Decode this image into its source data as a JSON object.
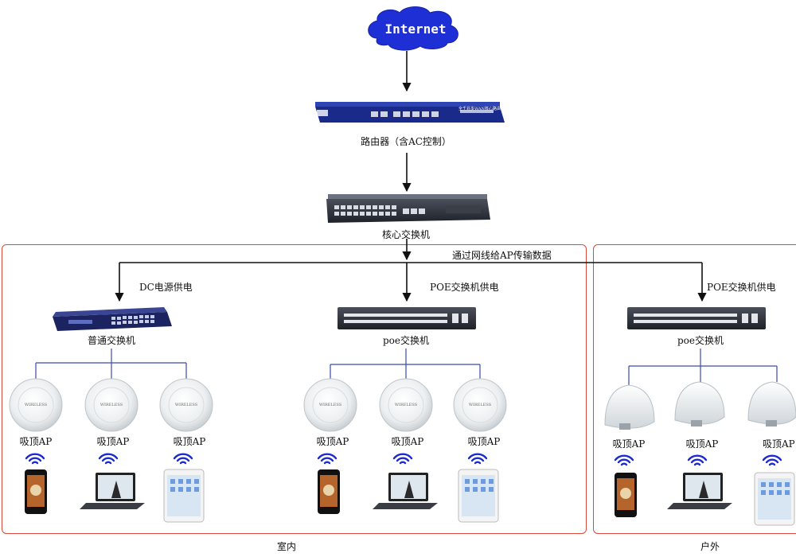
{
  "internet": {
    "label": "Internet"
  },
  "router": {
    "label": "路由器（含AC控制）",
    "device_text": "全千兆多WAN核心路由器"
  },
  "core_switch": {
    "label": "核心交换机"
  },
  "trunk_note": "通过网线给AP传输数据",
  "branches": {
    "normal": {
      "power_label": "DC电源供电",
      "switch_label": "普通交换机"
    },
    "poe_indoor": {
      "power_label": "POE交换机供电",
      "switch_label": "poe交换机"
    },
    "poe_outdoor": {
      "power_label": "POE交换机供电",
      "switch_label": "poe交换机"
    }
  },
  "ap_label": "吸顶AP",
  "ap_device_text": "WIRELESS",
  "regions": {
    "indoor": "室内",
    "outdoor": "户外"
  },
  "colors": {
    "cloud": "#1f2fd6",
    "region_border": "#d94a3c",
    "link": "#3a4aa8",
    "arrow": "#111111"
  }
}
